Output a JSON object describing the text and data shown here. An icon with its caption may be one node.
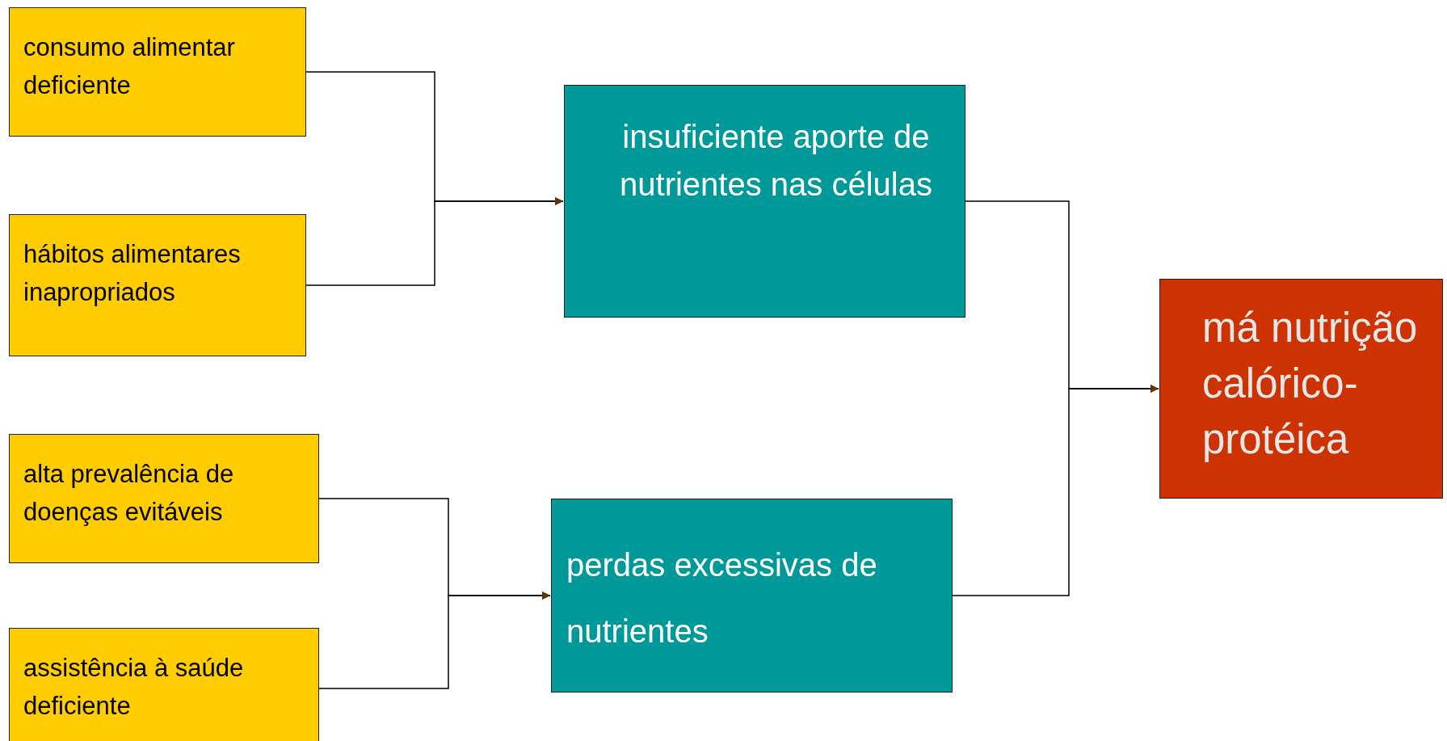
{
  "diagram": {
    "nodes": [
      {
        "text": [
          "consumo alimentar deficiente"
        ]
      },
      {
        "text": [
          "hábitos alimentares inapropriados"
        ]
      },
      {
        "text": [
          "alta prevalência de doenças evitáveis"
        ]
      },
      {
        "text": [
          "assistência à saúde deficiente"
        ]
      },
      {
        "text": [
          "insuficiente aporte de nutrientes nas células"
        ]
      },
      {
        "text": [
          "perdas excessivas de nutrientes"
        ]
      },
      {
        "text": [
          "má nutrição calórico-protéica"
        ]
      }
    ],
    "edges": [
      {
        "from": 0,
        "to": 4,
        "arrow": "to"
      },
      {
        "from": 1,
        "to": 4,
        "arrow": "to"
      },
      {
        "from": 2,
        "to": 5,
        "arrow": "to"
      },
      {
        "from": 3,
        "to": 5,
        "arrow": "to"
      },
      {
        "from": 4,
        "to": 6,
        "arrow": "to"
      },
      {
        "from": 5,
        "to": 6,
        "arrow": "to"
      }
    ]
  }
}
